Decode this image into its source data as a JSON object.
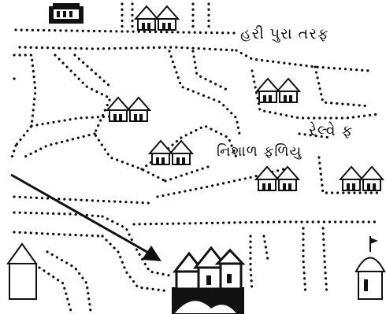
{
  "labels": {
    "haripura": "હરી પુરા તરફ",
    "railway": "રેલ્વે ફ",
    "nishal": "નિશાળ ફળિયુ"
  },
  "colors": {
    "ink": "#111111",
    "paper": "#ffffff"
  },
  "icons": [
    "house-pair-icon",
    "building-icon",
    "temple-icon",
    "highlighted-house-icon",
    "direction-arrow-icon"
  ]
}
